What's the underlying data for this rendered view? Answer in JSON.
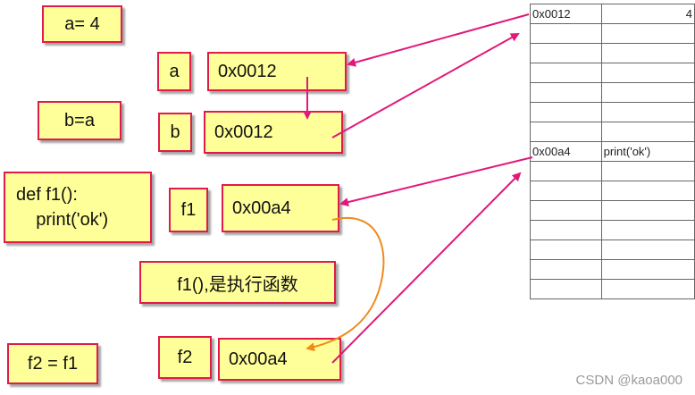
{
  "code": {
    "a_assign": "a= 4",
    "b_assign": "b=a",
    "def_line1": "def f1():",
    "def_line2": "    print('ok')",
    "call_note": "f1(),是执行函数",
    "f2_assign": "f2 = f1"
  },
  "variables": [
    {
      "name": "a",
      "address": "0x0012"
    },
    {
      "name": "b",
      "address": "0x0012"
    },
    {
      "name": "f1",
      "address": "0x00a4"
    },
    {
      "name": "f2",
      "address": "0x00a4"
    }
  ],
  "memory": {
    "rows": [
      {
        "addr": "0x0012",
        "value": "4"
      },
      {
        "addr": "",
        "value": ""
      },
      {
        "addr": "",
        "value": ""
      },
      {
        "addr": "",
        "value": ""
      },
      {
        "addr": "",
        "value": ""
      },
      {
        "addr": "",
        "value": ""
      },
      {
        "addr": "",
        "value": ""
      },
      {
        "addr": "0x00a4",
        "value": "print('ok')"
      },
      {
        "addr": "",
        "value": ""
      },
      {
        "addr": "",
        "value": ""
      },
      {
        "addr": "",
        "value": ""
      },
      {
        "addr": "",
        "value": ""
      },
      {
        "addr": "",
        "value": ""
      },
      {
        "addr": "",
        "value": ""
      },
      {
        "addr": "",
        "value": ""
      }
    ]
  },
  "watermark": "CSDN @kaoa000",
  "colors": {
    "box_fill": "#ffff99",
    "box_border": "#e01b4a",
    "arrow": "#e0197a",
    "curve": "#f08a1c"
  }
}
